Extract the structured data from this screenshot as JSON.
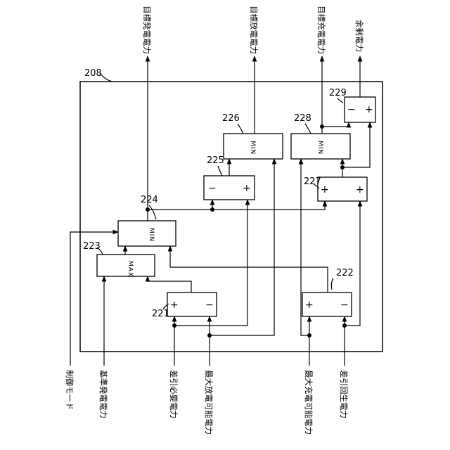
{
  "unit": {
    "label": "208"
  },
  "inputs": {
    "mode": "制御モード",
    "base_power": "基準発電電力",
    "diff_required": "差引必要電力",
    "max_discharge": "最大放電可能電力",
    "max_charge": "最大充電可能電力",
    "diff_regen": "差引回生電力"
  },
  "outputs": {
    "target_gen": "目標発電電力",
    "target_discharge": "目標放電電力",
    "target_charge": "目標充電電力",
    "surplus": "余剰電力"
  },
  "blocks": {
    "b221": {
      "ref": "221",
      "plus": "+",
      "minus": "−"
    },
    "b222": {
      "ref": "222",
      "plus": "+",
      "minus": "−"
    },
    "b223": {
      "ref": "223",
      "op": "MAX"
    },
    "b224": {
      "ref": "224",
      "op": "MIN"
    },
    "b225": {
      "ref": "225",
      "plus": "+",
      "minus": "−"
    },
    "b226": {
      "ref": "226",
      "op": "MIN"
    },
    "b227": {
      "ref": "227",
      "plus1": "+",
      "plus2": "+"
    },
    "b228": {
      "ref": "228",
      "op": "MIN"
    },
    "b229": {
      "ref": "229",
      "plus": "+",
      "minus": "−"
    }
  }
}
